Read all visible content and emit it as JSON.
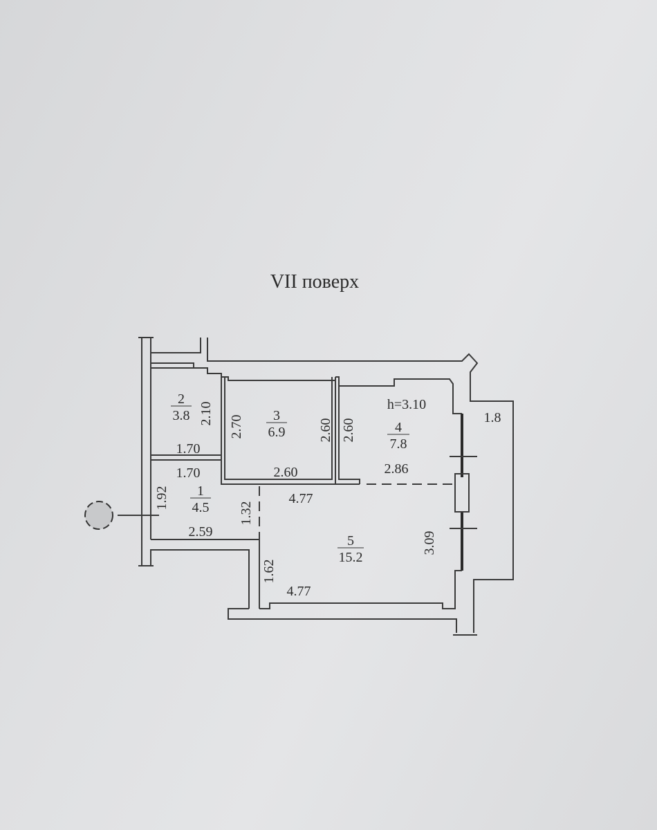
{
  "title": "VII поверх",
  "height_label": "h=3.10",
  "rooms": [
    {
      "number": "1",
      "area": "4.5"
    },
    {
      "number": "2",
      "area": "3.8"
    },
    {
      "number": "3",
      "area": "6.9"
    },
    {
      "number": "4",
      "area": "7.8"
    },
    {
      "number": "5",
      "area": "15.2"
    }
  ],
  "balcony_area": "1.8",
  "dimensions": {
    "r2_height": "2.10",
    "r2_width": "1.70",
    "r1_top": "1.70",
    "r1_height": "1.92",
    "r1_bottom": "2.59",
    "r1_door": "1.32",
    "r3_left": "2.70",
    "r3_right": "2.60",
    "r3_bottom": "2.60",
    "r4_left": "2.60",
    "r4_bottom": "2.86",
    "r5_top": "4.77",
    "r5_bottom": "4.77",
    "r5_left": "1.62",
    "r5_right": "3.09"
  }
}
